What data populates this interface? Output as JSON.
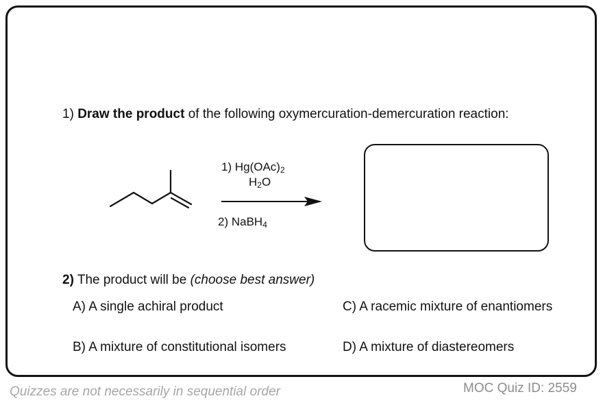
{
  "question1": {
    "number": "1)",
    "bold": "Draw the product",
    "rest": "of the following oxymercuration-demercuration reaction:"
  },
  "reaction": {
    "step1_prefix": "1) Hg(OAc)",
    "step1_sub": "2",
    "water_h": "H",
    "water_sub": "2",
    "water_o": "O",
    "step2_prefix": "2) NaBH",
    "step2_sub": "4"
  },
  "question2": {
    "number": "2)",
    "text": "The product will be",
    "hint": "(choose best answer)"
  },
  "choices": {
    "a": "A) A single achiral product",
    "b": "B) A mixture of constitutional isomers",
    "c": "C) A racemic mixture of enantiomers",
    "d": "D) A mixture of diastereomers"
  },
  "footer": {
    "left": "Quizzes are not necessarily in sequential order",
    "right": "MOC Quiz ID: 2559"
  }
}
